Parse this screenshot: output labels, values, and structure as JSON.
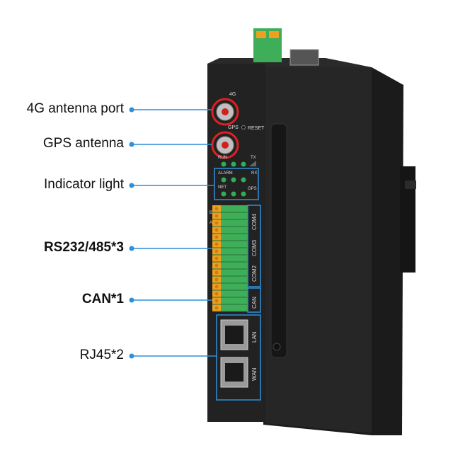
{
  "callouts": [
    {
      "id": "antenna-4g",
      "label": "4G antenna port"
    },
    {
      "id": "gps-antenna",
      "label": "GPS antenna"
    },
    {
      "id": "indicator-light",
      "label": "Indicator light"
    },
    {
      "id": "serial-ports",
      "label": "RS232/485*3"
    },
    {
      "id": "can-port",
      "label": "CAN*1"
    },
    {
      "id": "rj45-ports",
      "label": "RJ45*2"
    }
  ],
  "device": {
    "antenna_4g_text": "4G",
    "gps_text": "GPS",
    "reset_text": "RESET",
    "run_text": "RUN",
    "tx_text": "TX",
    "alarm_text": "ALARM",
    "rx_text": "RX",
    "net_text": "NET",
    "gps_led_text": "GPS",
    "com4_text": "COM4",
    "com3_text": "COM3",
    "com2_text": "COM2",
    "can_text": "CAN",
    "lan_text": "LAN",
    "wan_text": "WAN",
    "pin_b_text": "B",
    "pin_a_text": "A"
  },
  "colors": {
    "callout_line": "#2f8fd8",
    "highlight_box": "#2f8fd8",
    "antenna_ring": "#e02020",
    "terminal_green": "#3fae58",
    "terminal_orange": "#f0a020",
    "body_dark": "#1f1f1f"
  }
}
